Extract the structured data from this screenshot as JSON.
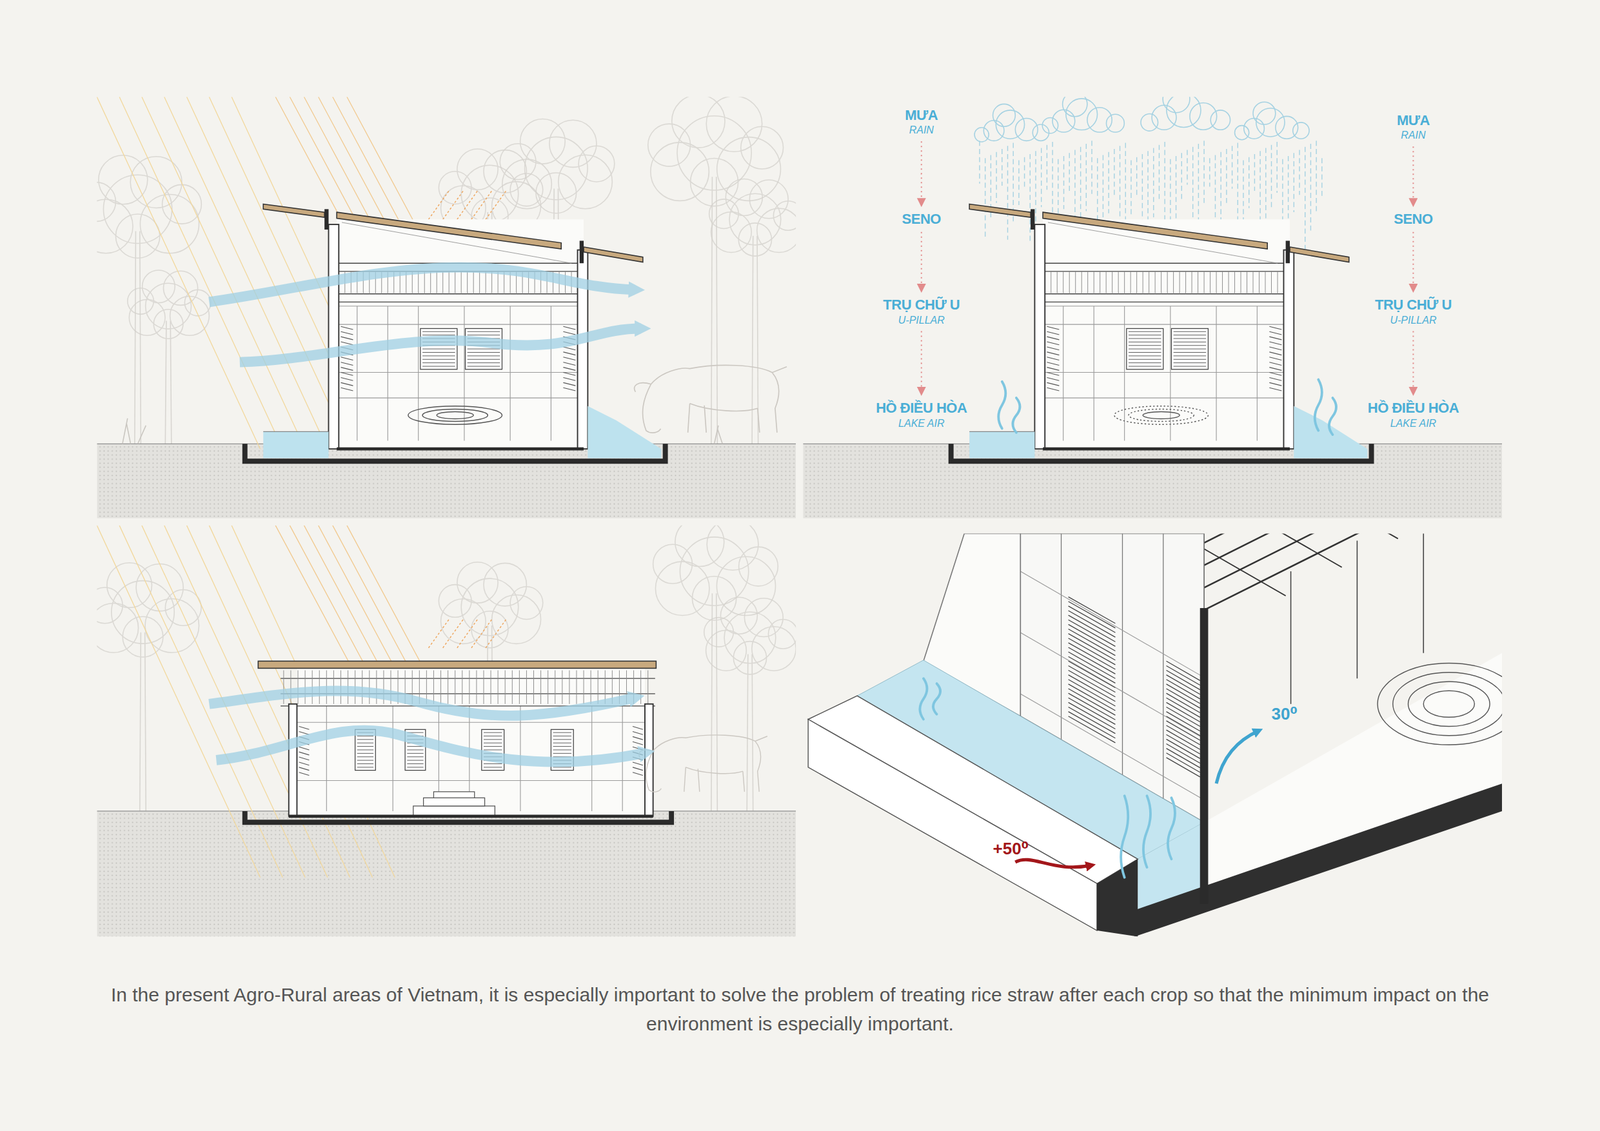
{
  "diagram": {
    "caption": "In the present Agro-Rural areas of Vietnam, it is especially important to solve the problem of treating rice straw after each crop so that the minimum impact on the environment is especially important.",
    "nodes": [
      {
        "text": [
          "MƯA",
          "RAIN"
        ]
      },
      {
        "text": [
          "SENO"
        ]
      },
      {
        "text": [
          "TRỤ CHỮ U",
          "U-PILLAR"
        ]
      },
      {
        "text": [
          "HỒ ĐIỀU HÒA",
          "LAKE AIR"
        ]
      },
      {
        "text": [
          "MƯA",
          "RAIN"
        ]
      },
      {
        "text": [
          "SENO"
        ]
      },
      {
        "text": [
          "TRỤ CHỮ U",
          "U-PILLAR"
        ]
      },
      {
        "text": [
          "HỒ ĐIỀU HÒA",
          "LAKE AIR"
        ]
      }
    ],
    "edges": [
      {
        "from": 0,
        "to": 1,
        "arrow": "to"
      },
      {
        "from": 1,
        "to": 2,
        "arrow": "to"
      },
      {
        "from": 2,
        "to": 3,
        "arrow": "to"
      },
      {
        "from": 4,
        "to": 5,
        "arrow": "to"
      },
      {
        "from": 5,
        "to": 6,
        "arrow": "to"
      },
      {
        "from": 6,
        "to": 7,
        "arrow": "to"
      }
    ],
    "labels": [
      "+50⁰",
      "30⁰"
    ]
  }
}
